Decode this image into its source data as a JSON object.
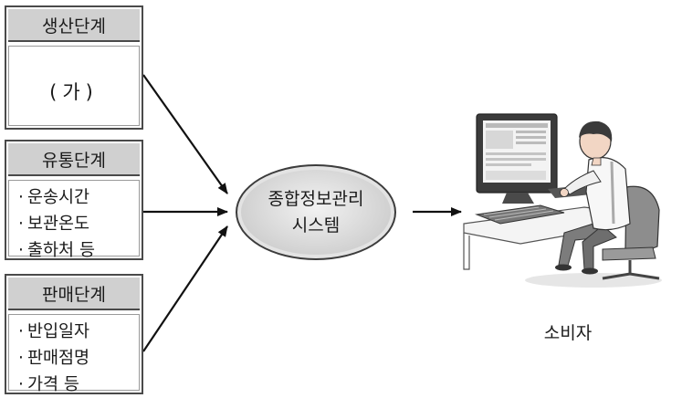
{
  "stages": [
    {
      "title": "생산단계",
      "placeholder": "(가)",
      "items": []
    },
    {
      "title": "유통단계",
      "items": [
        "운송시간",
        "보관온도",
        "출하처 등"
      ]
    },
    {
      "title": "판매단계",
      "items": [
        "반입일자",
        "판매점명",
        "가격 등"
      ]
    }
  ],
  "center": {
    "line1": "종합정보관리",
    "line2": "시스템"
  },
  "consumer": {
    "label": "소비자",
    "icon": "person-at-computer-icon"
  },
  "bullet": "·"
}
